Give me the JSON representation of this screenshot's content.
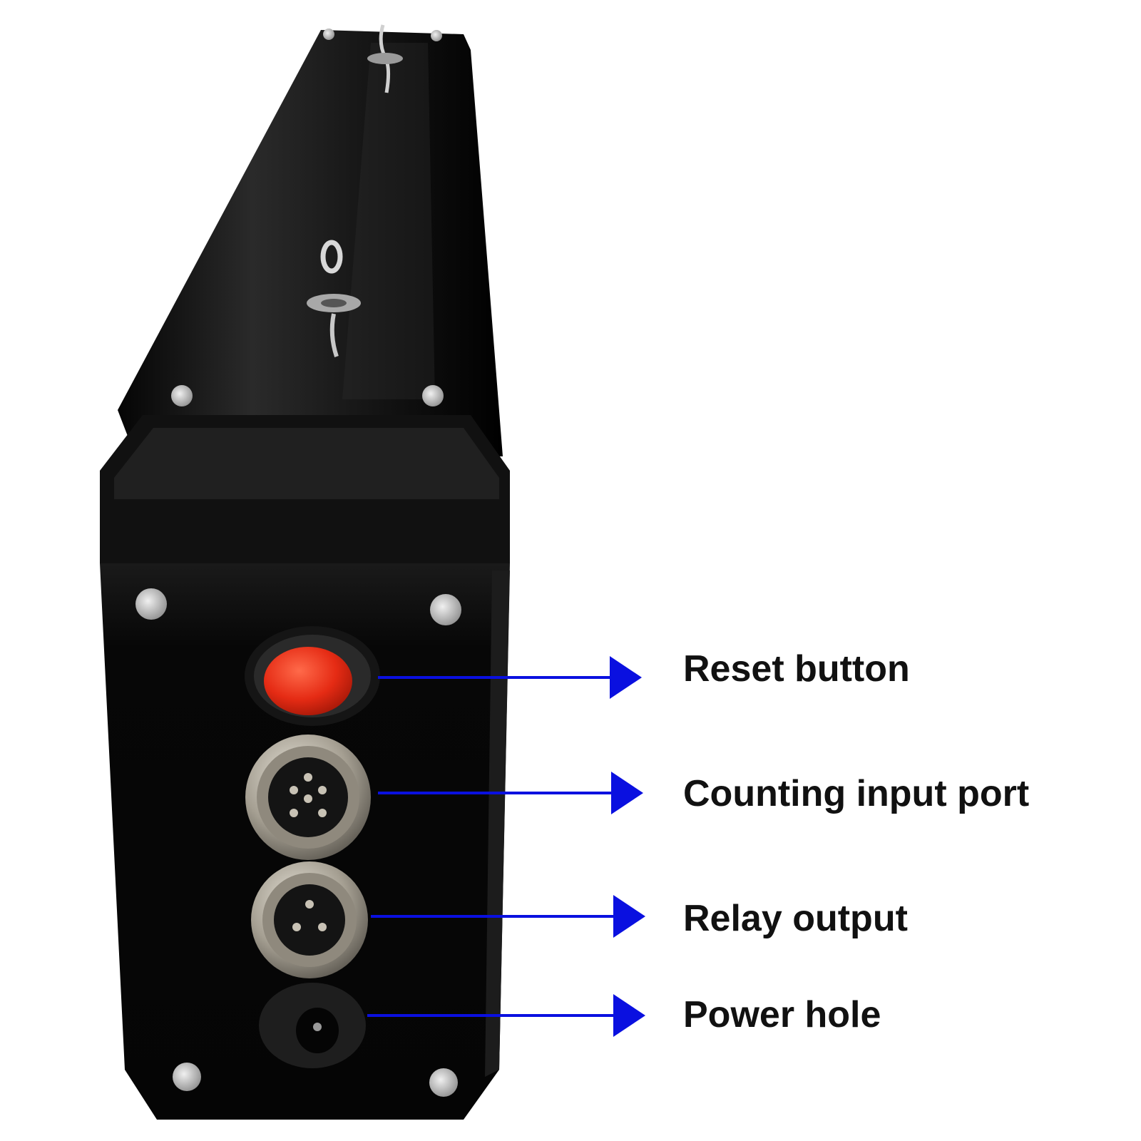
{
  "colors": {
    "background": "#ffffff",
    "device_body": "#0b0b0b",
    "reset_cap": "#e52b14",
    "connector_metal": "#b9b3a6",
    "arrow": "#0a10e0",
    "label_text": "#111111"
  },
  "callouts": [
    {
      "label": "Reset button"
    },
    {
      "label": "Counting input port"
    },
    {
      "label": "Relay output"
    },
    {
      "label": "Power hole"
    }
  ]
}
